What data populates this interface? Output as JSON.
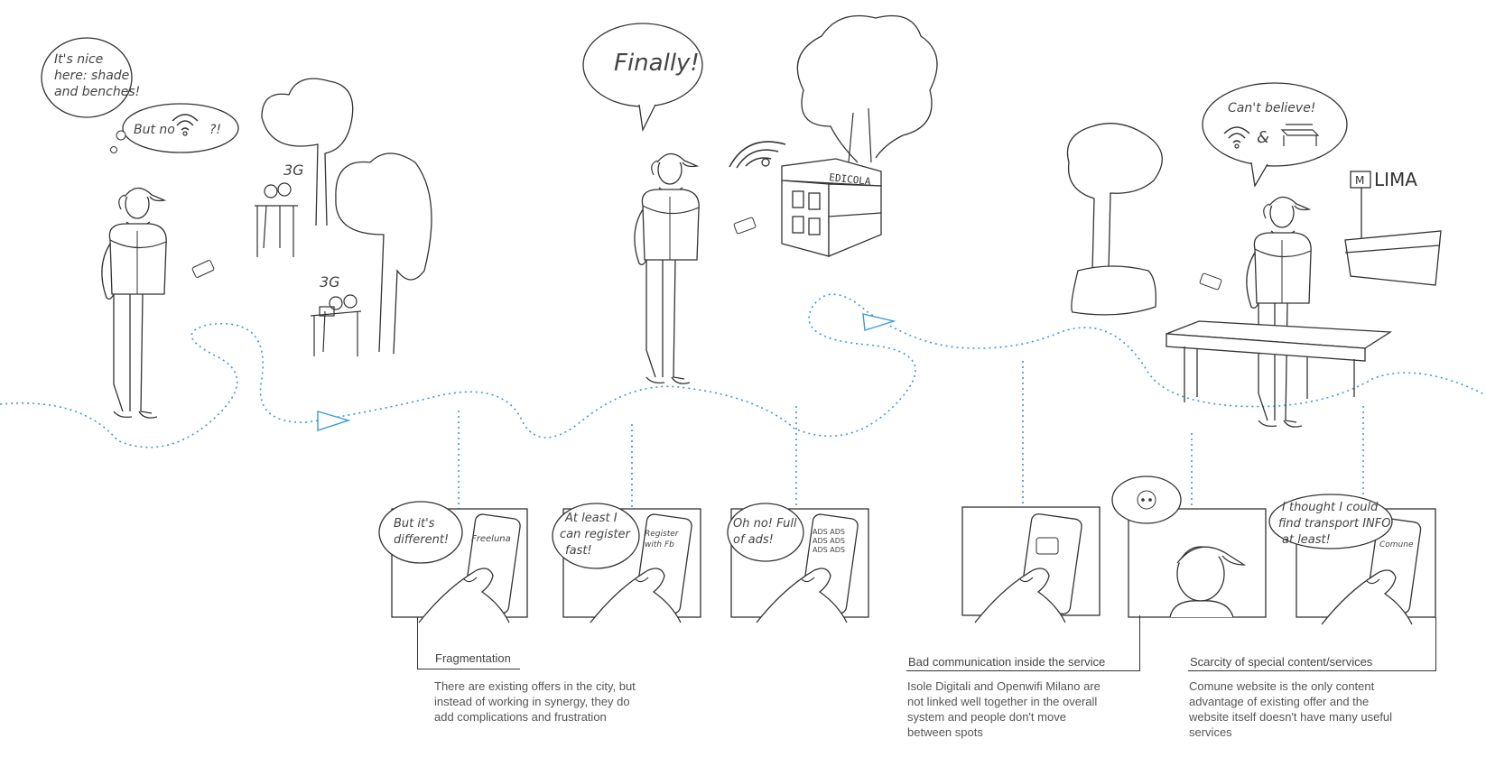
{
  "scene1": {
    "thought1": [
      "It's nice",
      "here: shade",
      "and benches!"
    ],
    "thought2_before": "But no",
    "thought2_after": "?!",
    "tree_label_1": "3G",
    "tree_label_2": "3G"
  },
  "scene2": {
    "speech": "Finally!",
    "kiosk_sign": "EDICOLA"
  },
  "scene3": {
    "speech_top": "Can't believe!",
    "speech_amp": "&",
    "metro_sign_letter": "M",
    "metro_sign_text": "LIMA"
  },
  "panels": [
    {
      "bubble": [
        "But it's",
        "different!"
      ],
      "screen": [
        "Freeluna"
      ]
    },
    {
      "bubble": [
        "At least I",
        "can register",
        "fast!"
      ],
      "screen": [
        "Register",
        "with Fb"
      ]
    },
    {
      "bubble": [
        "Oh no! Full",
        "of ads!"
      ],
      "screen": [
        "ADS ADS",
        "ADS ADS",
        "ADS ADS"
      ]
    },
    {
      "bubble": [],
      "screen": []
    },
    {
      "bubble": [],
      "screen": []
    },
    {
      "bubble": [
        "I thought I could",
        "find transport INFO",
        "at least!"
      ],
      "screen": [
        "Comune"
      ]
    }
  ],
  "findings": [
    {
      "title": "Fragmentation",
      "lines": [
        "There are existing offers in the city, but",
        "instead of working in synergy, they do",
        "add complications and frustration"
      ]
    },
    {
      "title": "Bad communication inside the service",
      "lines": [
        "Isole Digitali and Openwifi  Milano are",
        "not linked well together in the overall",
        "system and people don't move",
        "between spots"
      ]
    },
    {
      "title": "Scarcity of special content/services",
      "lines": [
        "Comune website is the only content",
        "advantage of existing offer and the",
        "website itself doesn't have many useful",
        "services"
      ]
    }
  ],
  "colors": {
    "journey": "#3a9ad9",
    "ink": "#333333"
  }
}
